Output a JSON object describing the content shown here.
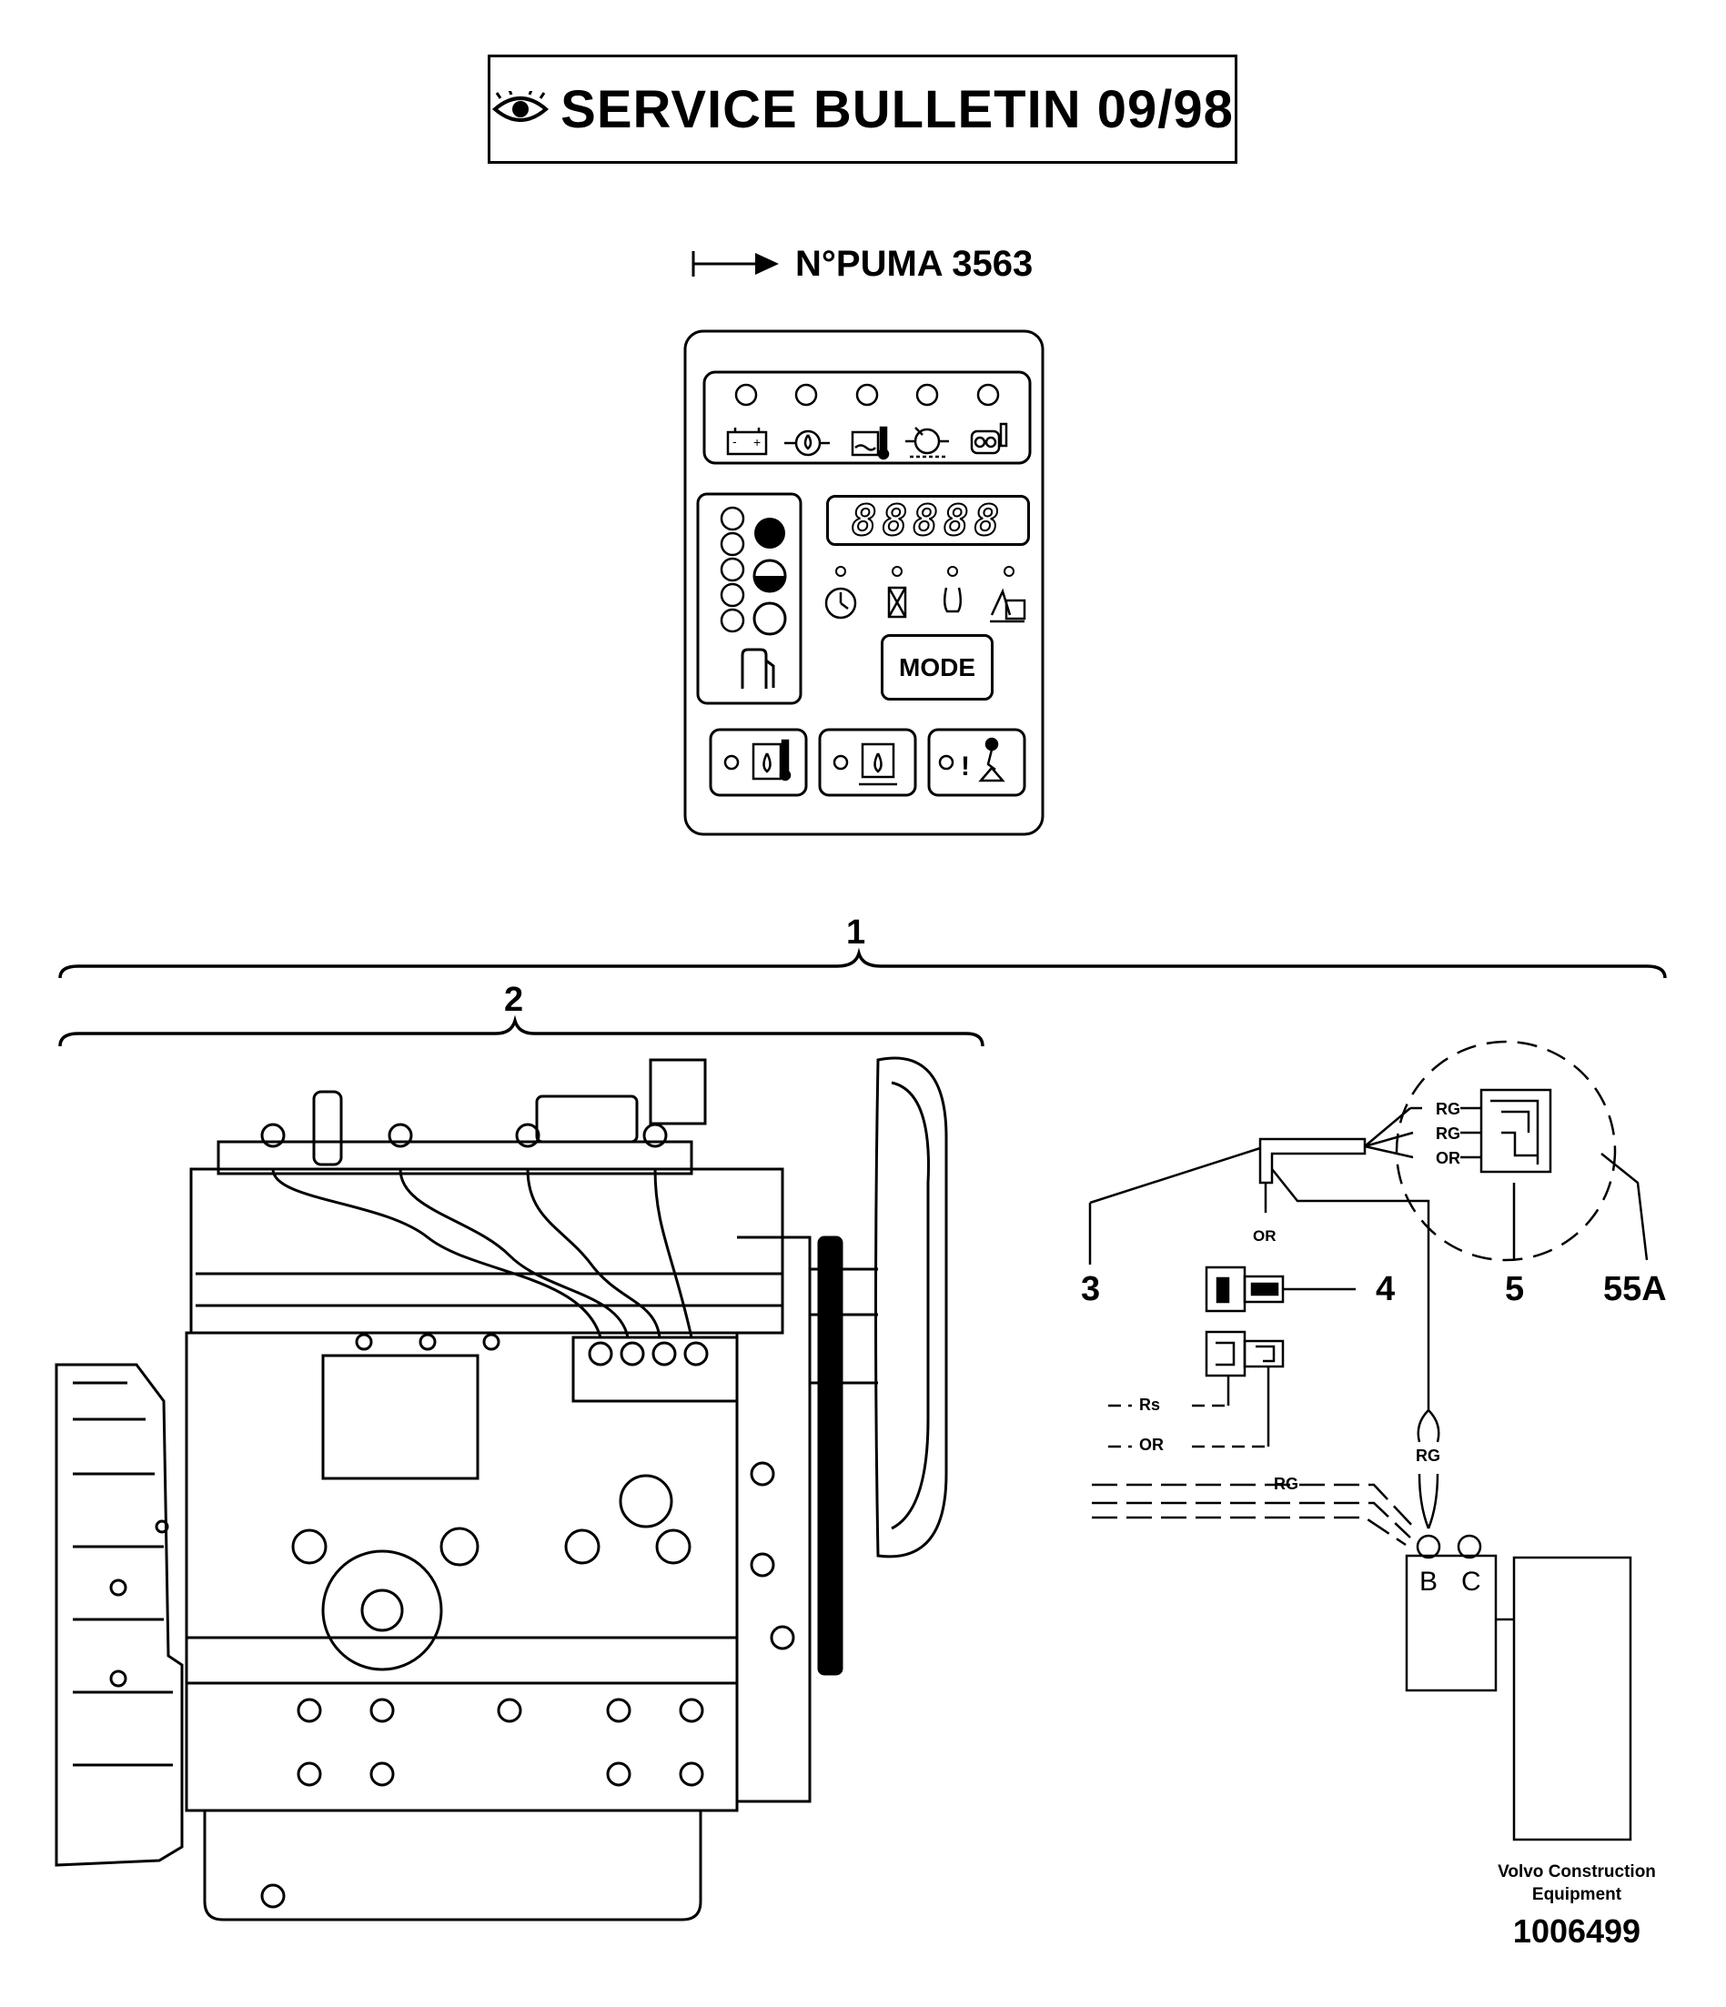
{
  "header": {
    "title": "SERVICE BULLETIN 09/98",
    "serial_from": "N°PUMA 3563"
  },
  "panel": {
    "display_digits": "88888",
    "mode_button": "MODE",
    "warning_icons": [
      "battery-icon",
      "oil-pressure-icon",
      "coolant-temperature-icon",
      "charging-icon",
      "air-filter-icon"
    ],
    "service_icons": [
      "clock-icon",
      "fuel-filter-icon",
      "lamp-icon",
      "operator-icon"
    ],
    "switch_icons": [
      "hydraulic-temperature-icon",
      "hydraulic-level-icon",
      "safety-lever-icon"
    ]
  },
  "callouts": {
    "c1": "1",
    "c2": "2",
    "c3": "3",
    "c4": "4",
    "c5": "5",
    "c55a": "55A"
  },
  "wiring": {
    "rg1": "RG",
    "rg2": "RG",
    "or1": "OR",
    "or_upper": "OR",
    "rs": "Rs",
    "or_lower": "OR",
    "rg_mid": "RG",
    "rg_lower": "RG",
    "terminal_b": "B",
    "terminal_c": "C"
  },
  "footer": {
    "company": "Volvo Construction Equipment",
    "doc_number": "1006499"
  }
}
